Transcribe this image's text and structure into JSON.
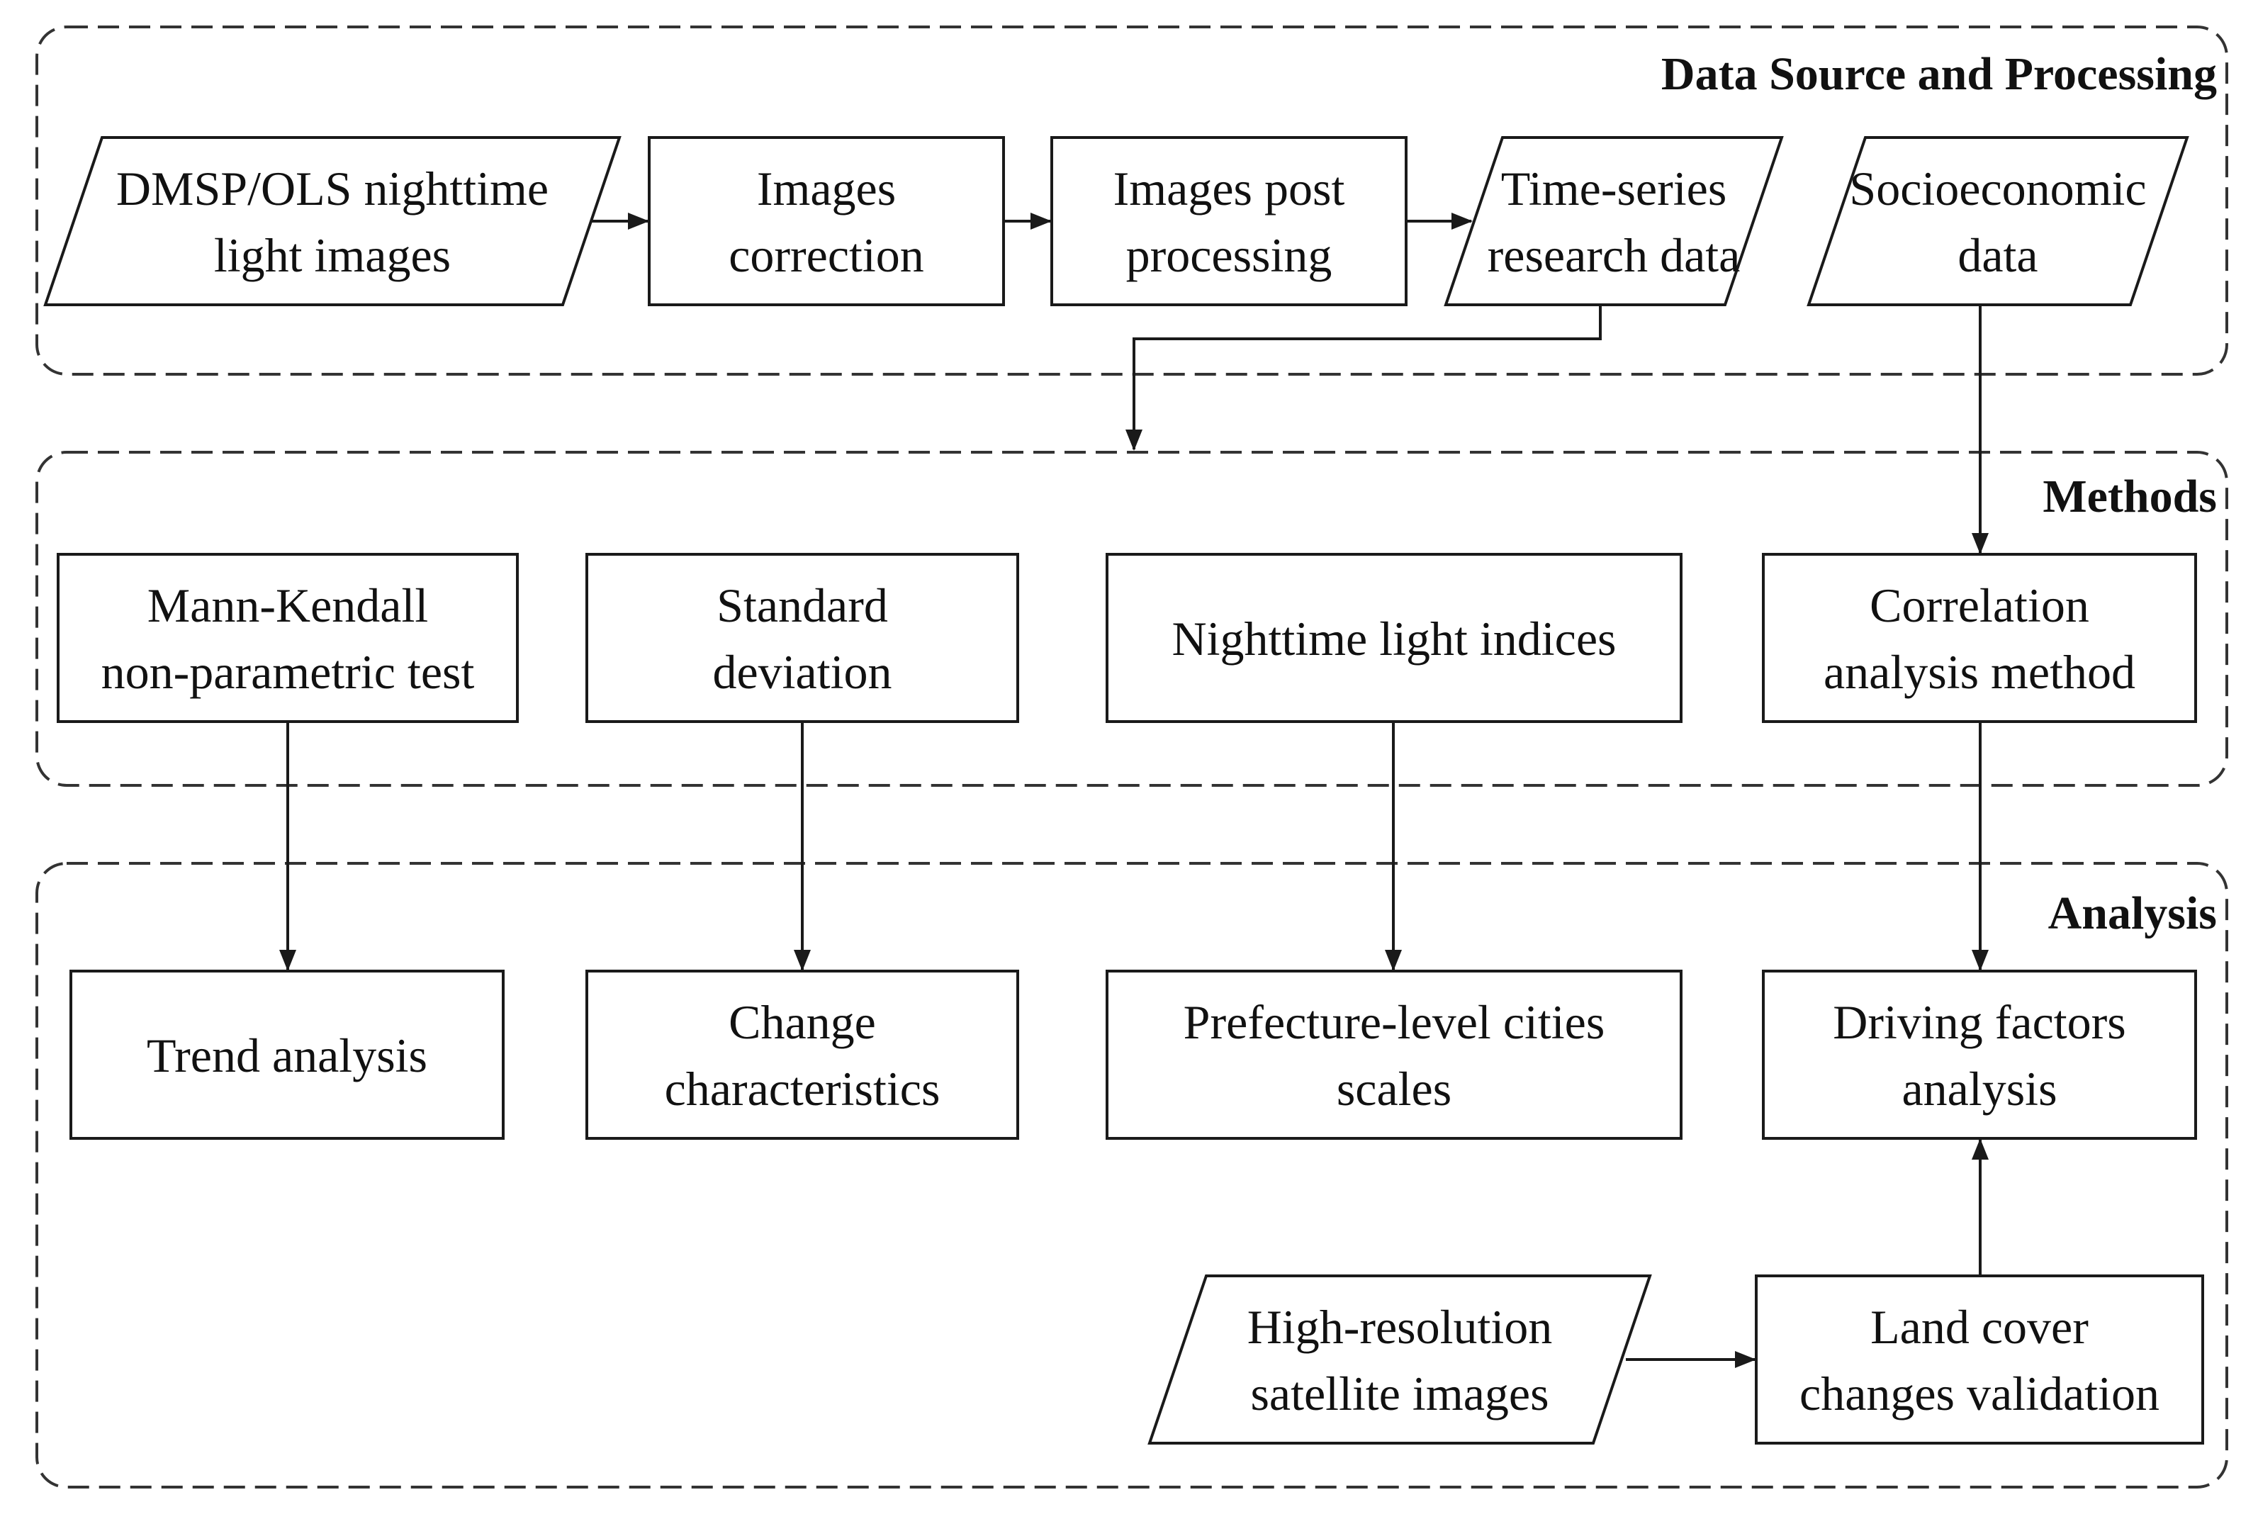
{
  "groups": [
    {
      "id": "data",
      "title": "Data Source and Processing"
    },
    {
      "id": "methods",
      "title": "Methods"
    },
    {
      "id": "analysis",
      "title": "Analysis"
    }
  ],
  "nodes": [
    {
      "id": "dmsp",
      "shape": "parallelogram",
      "lines": [
        "DMSP/OLS nighttime",
        "light images"
      ]
    },
    {
      "id": "correction",
      "shape": "rect",
      "lines": [
        "Images",
        "correction"
      ]
    },
    {
      "id": "postproc",
      "shape": "rect",
      "lines": [
        "Images post",
        "processing"
      ]
    },
    {
      "id": "timeseries",
      "shape": "parallelogram",
      "lines": [
        "Time-series",
        "research data"
      ]
    },
    {
      "id": "socio",
      "shape": "parallelogram",
      "lines": [
        "Socioeconomic",
        "data"
      ]
    },
    {
      "id": "mk",
      "shape": "rect",
      "lines": [
        "Mann-Kendall",
        "non-parametric test"
      ]
    },
    {
      "id": "stddev",
      "shape": "rect",
      "lines": [
        "Standard",
        "deviation"
      ]
    },
    {
      "id": "ntl",
      "shape": "rect",
      "lines": [
        "Nighttime light indices"
      ]
    },
    {
      "id": "corr",
      "shape": "rect",
      "lines": [
        "Correlation",
        "analysis method"
      ]
    },
    {
      "id": "trend",
      "shape": "rect",
      "lines": [
        "Trend analysis"
      ]
    },
    {
      "id": "change",
      "shape": "rect",
      "lines": [
        "Change",
        "characteristics"
      ]
    },
    {
      "id": "prefecture",
      "shape": "rect",
      "lines": [
        "Prefecture-level cities",
        "scales"
      ]
    },
    {
      "id": "driving",
      "shape": "rect",
      "lines": [
        "Driving factors",
        "analysis"
      ]
    },
    {
      "id": "highres",
      "shape": "parallelogram",
      "lines": [
        "High-resolution",
        "satellite images"
      ]
    },
    {
      "id": "landcover",
      "shape": "rect",
      "lines": [
        "Land cover",
        "changes validation"
      ]
    }
  ],
  "edges": [
    {
      "from": "dmsp",
      "to": "correction"
    },
    {
      "from": "correction",
      "to": "postproc"
    },
    {
      "from": "postproc",
      "to": "timeseries"
    },
    {
      "from": "timeseries",
      "to": "methods"
    },
    {
      "from": "socio",
      "to": "corr"
    },
    {
      "from": "mk",
      "to": "trend"
    },
    {
      "from": "stddev",
      "to": "change"
    },
    {
      "from": "ntl",
      "to": "prefecture"
    },
    {
      "from": "corr",
      "to": "driving"
    },
    {
      "from": "highres",
      "to": "landcover"
    },
    {
      "from": "landcover",
      "to": "driving"
    }
  ]
}
